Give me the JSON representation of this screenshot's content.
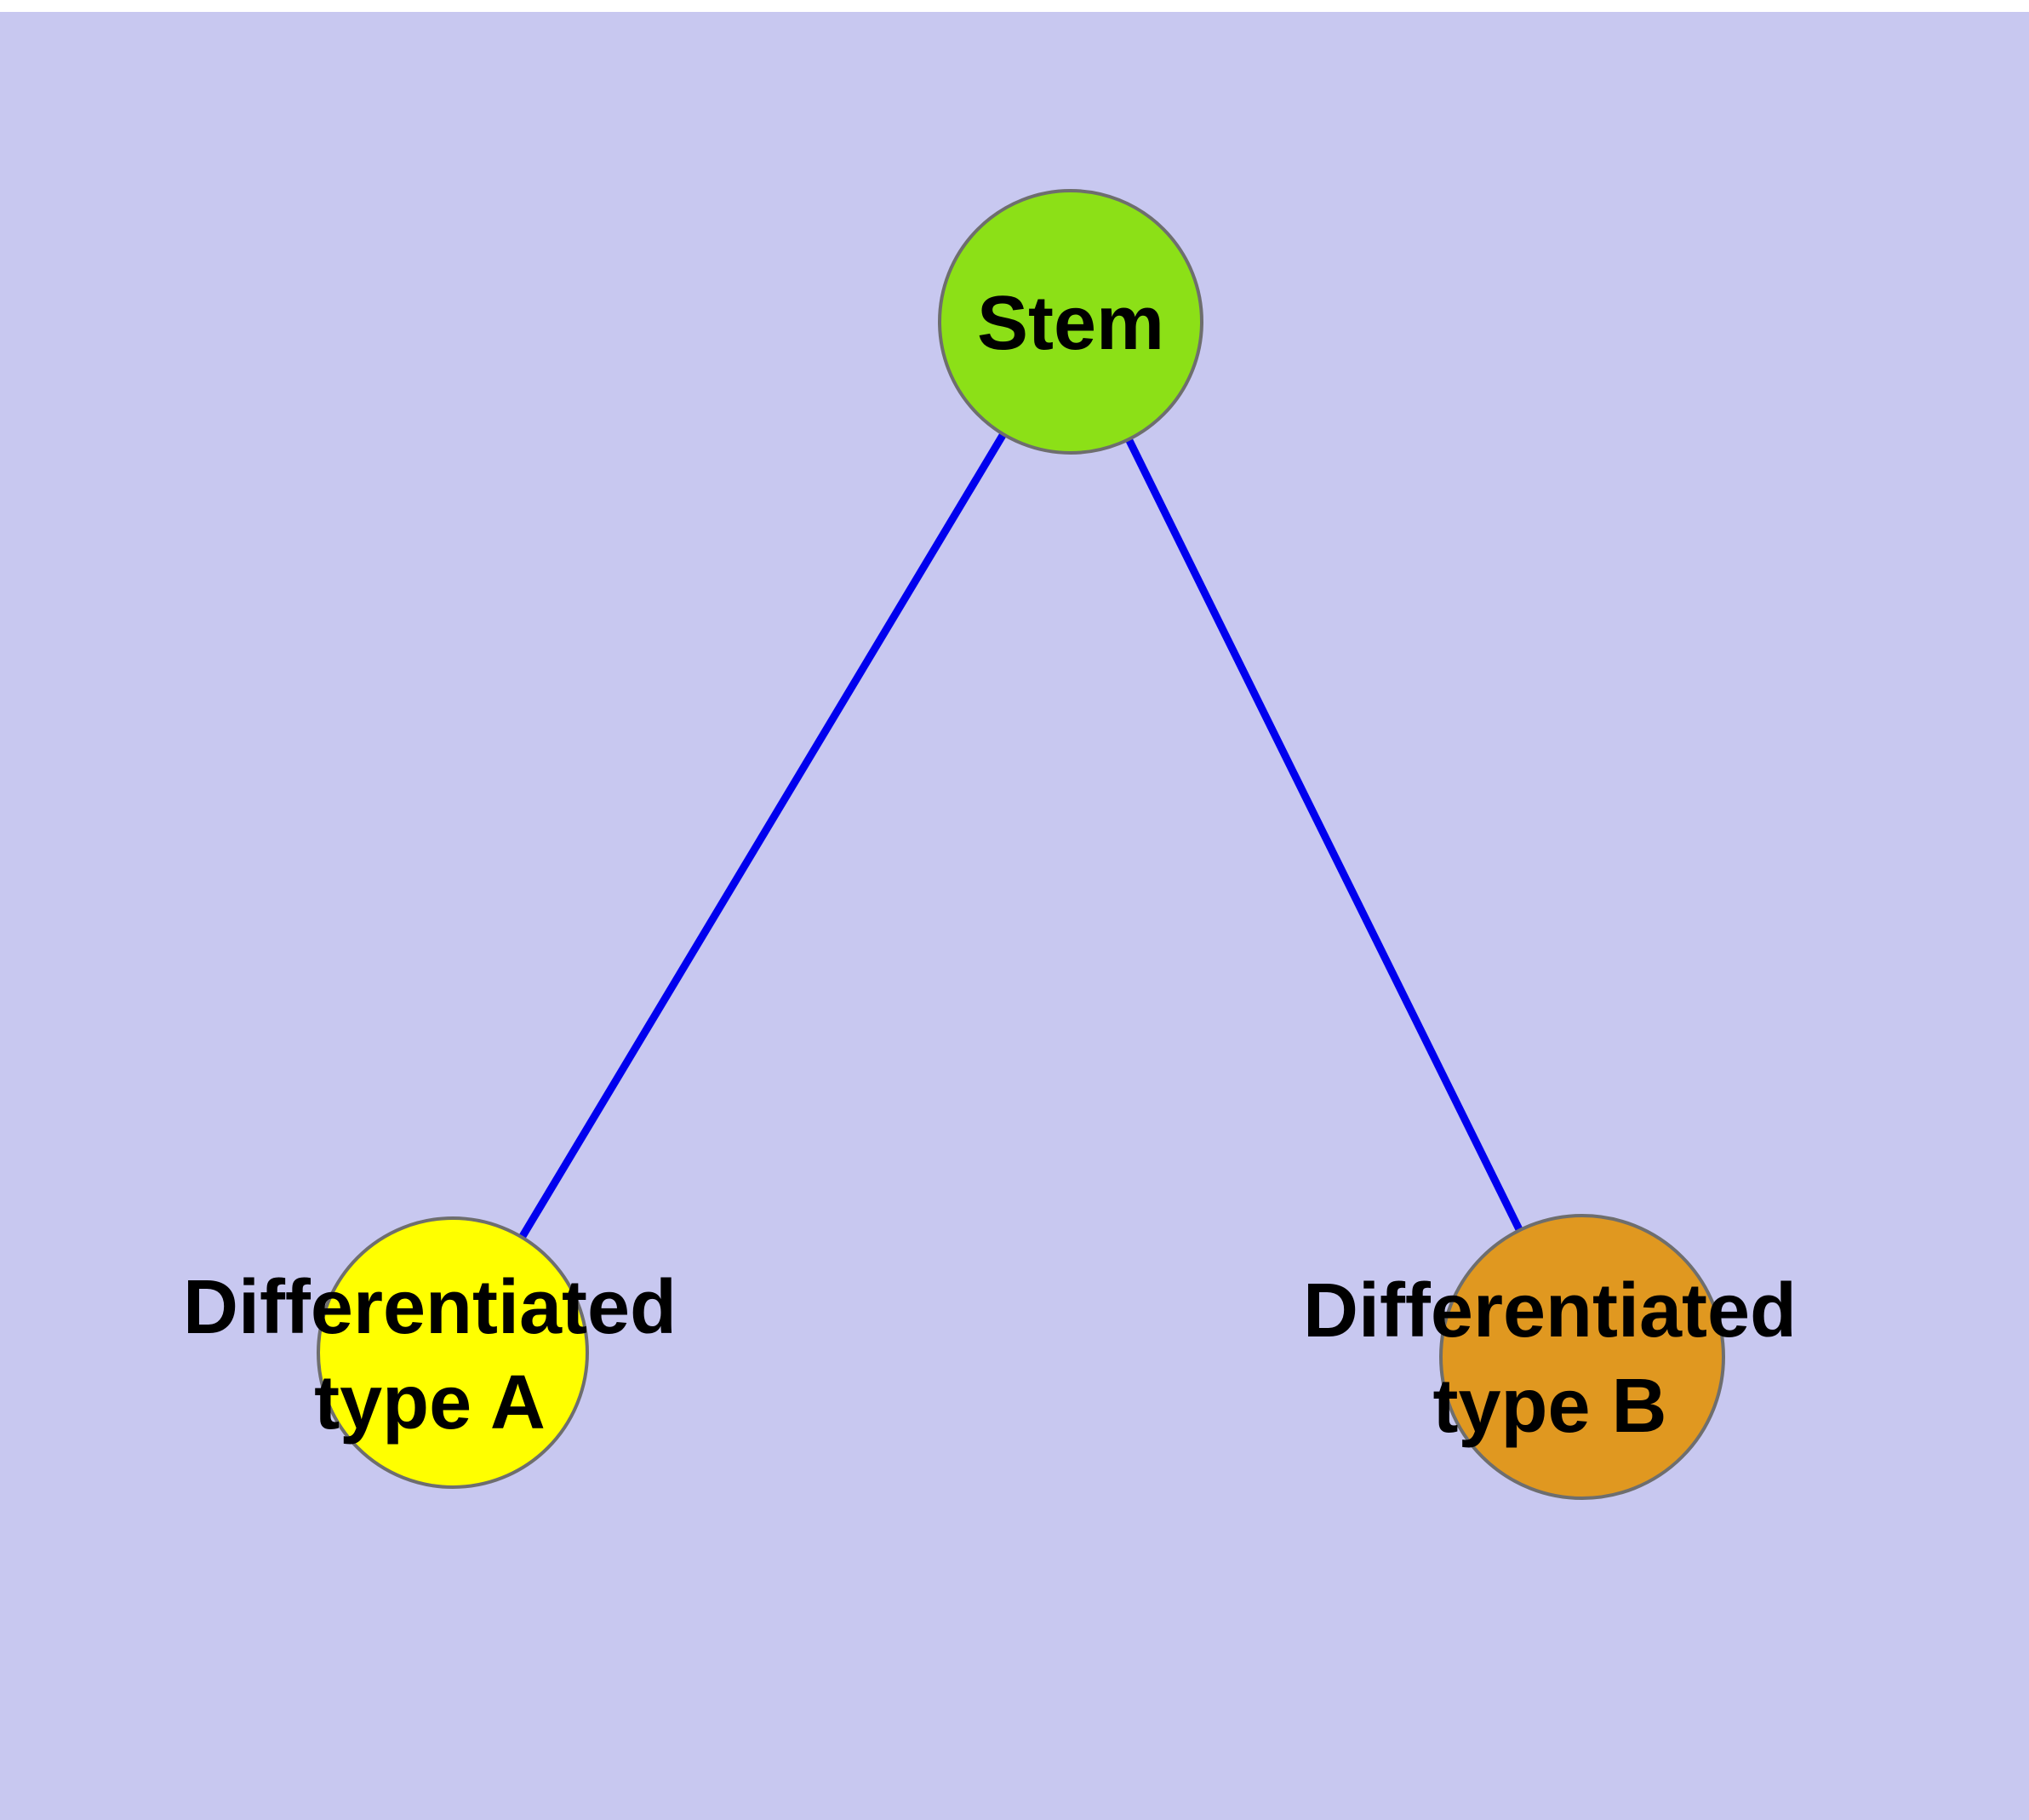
{
  "diagram": {
    "type": "graph",
    "background_color": "#c8c8f0",
    "top_strip_color": "#ffffff",
    "edge_color": "#0000ee",
    "node_stroke_color": "#6e6e6e",
    "text_color": "#000000",
    "nodes": [
      {
        "id": "stem",
        "label": "Stem",
        "fill": "#8ce017"
      },
      {
        "id": "differentiated-type-a",
        "label_line1": "Differentiated",
        "label_line2": "type A",
        "fill": "#ffff00"
      },
      {
        "id": "differentiated-type-b",
        "label_line1": "Differentiated",
        "label_line2": "type B",
        "fill": "#e09820"
      }
    ],
    "edges": [
      {
        "from": "stem",
        "to": "differentiated-type-a"
      },
      {
        "from": "stem",
        "to": "differentiated-type-b"
      }
    ]
  }
}
